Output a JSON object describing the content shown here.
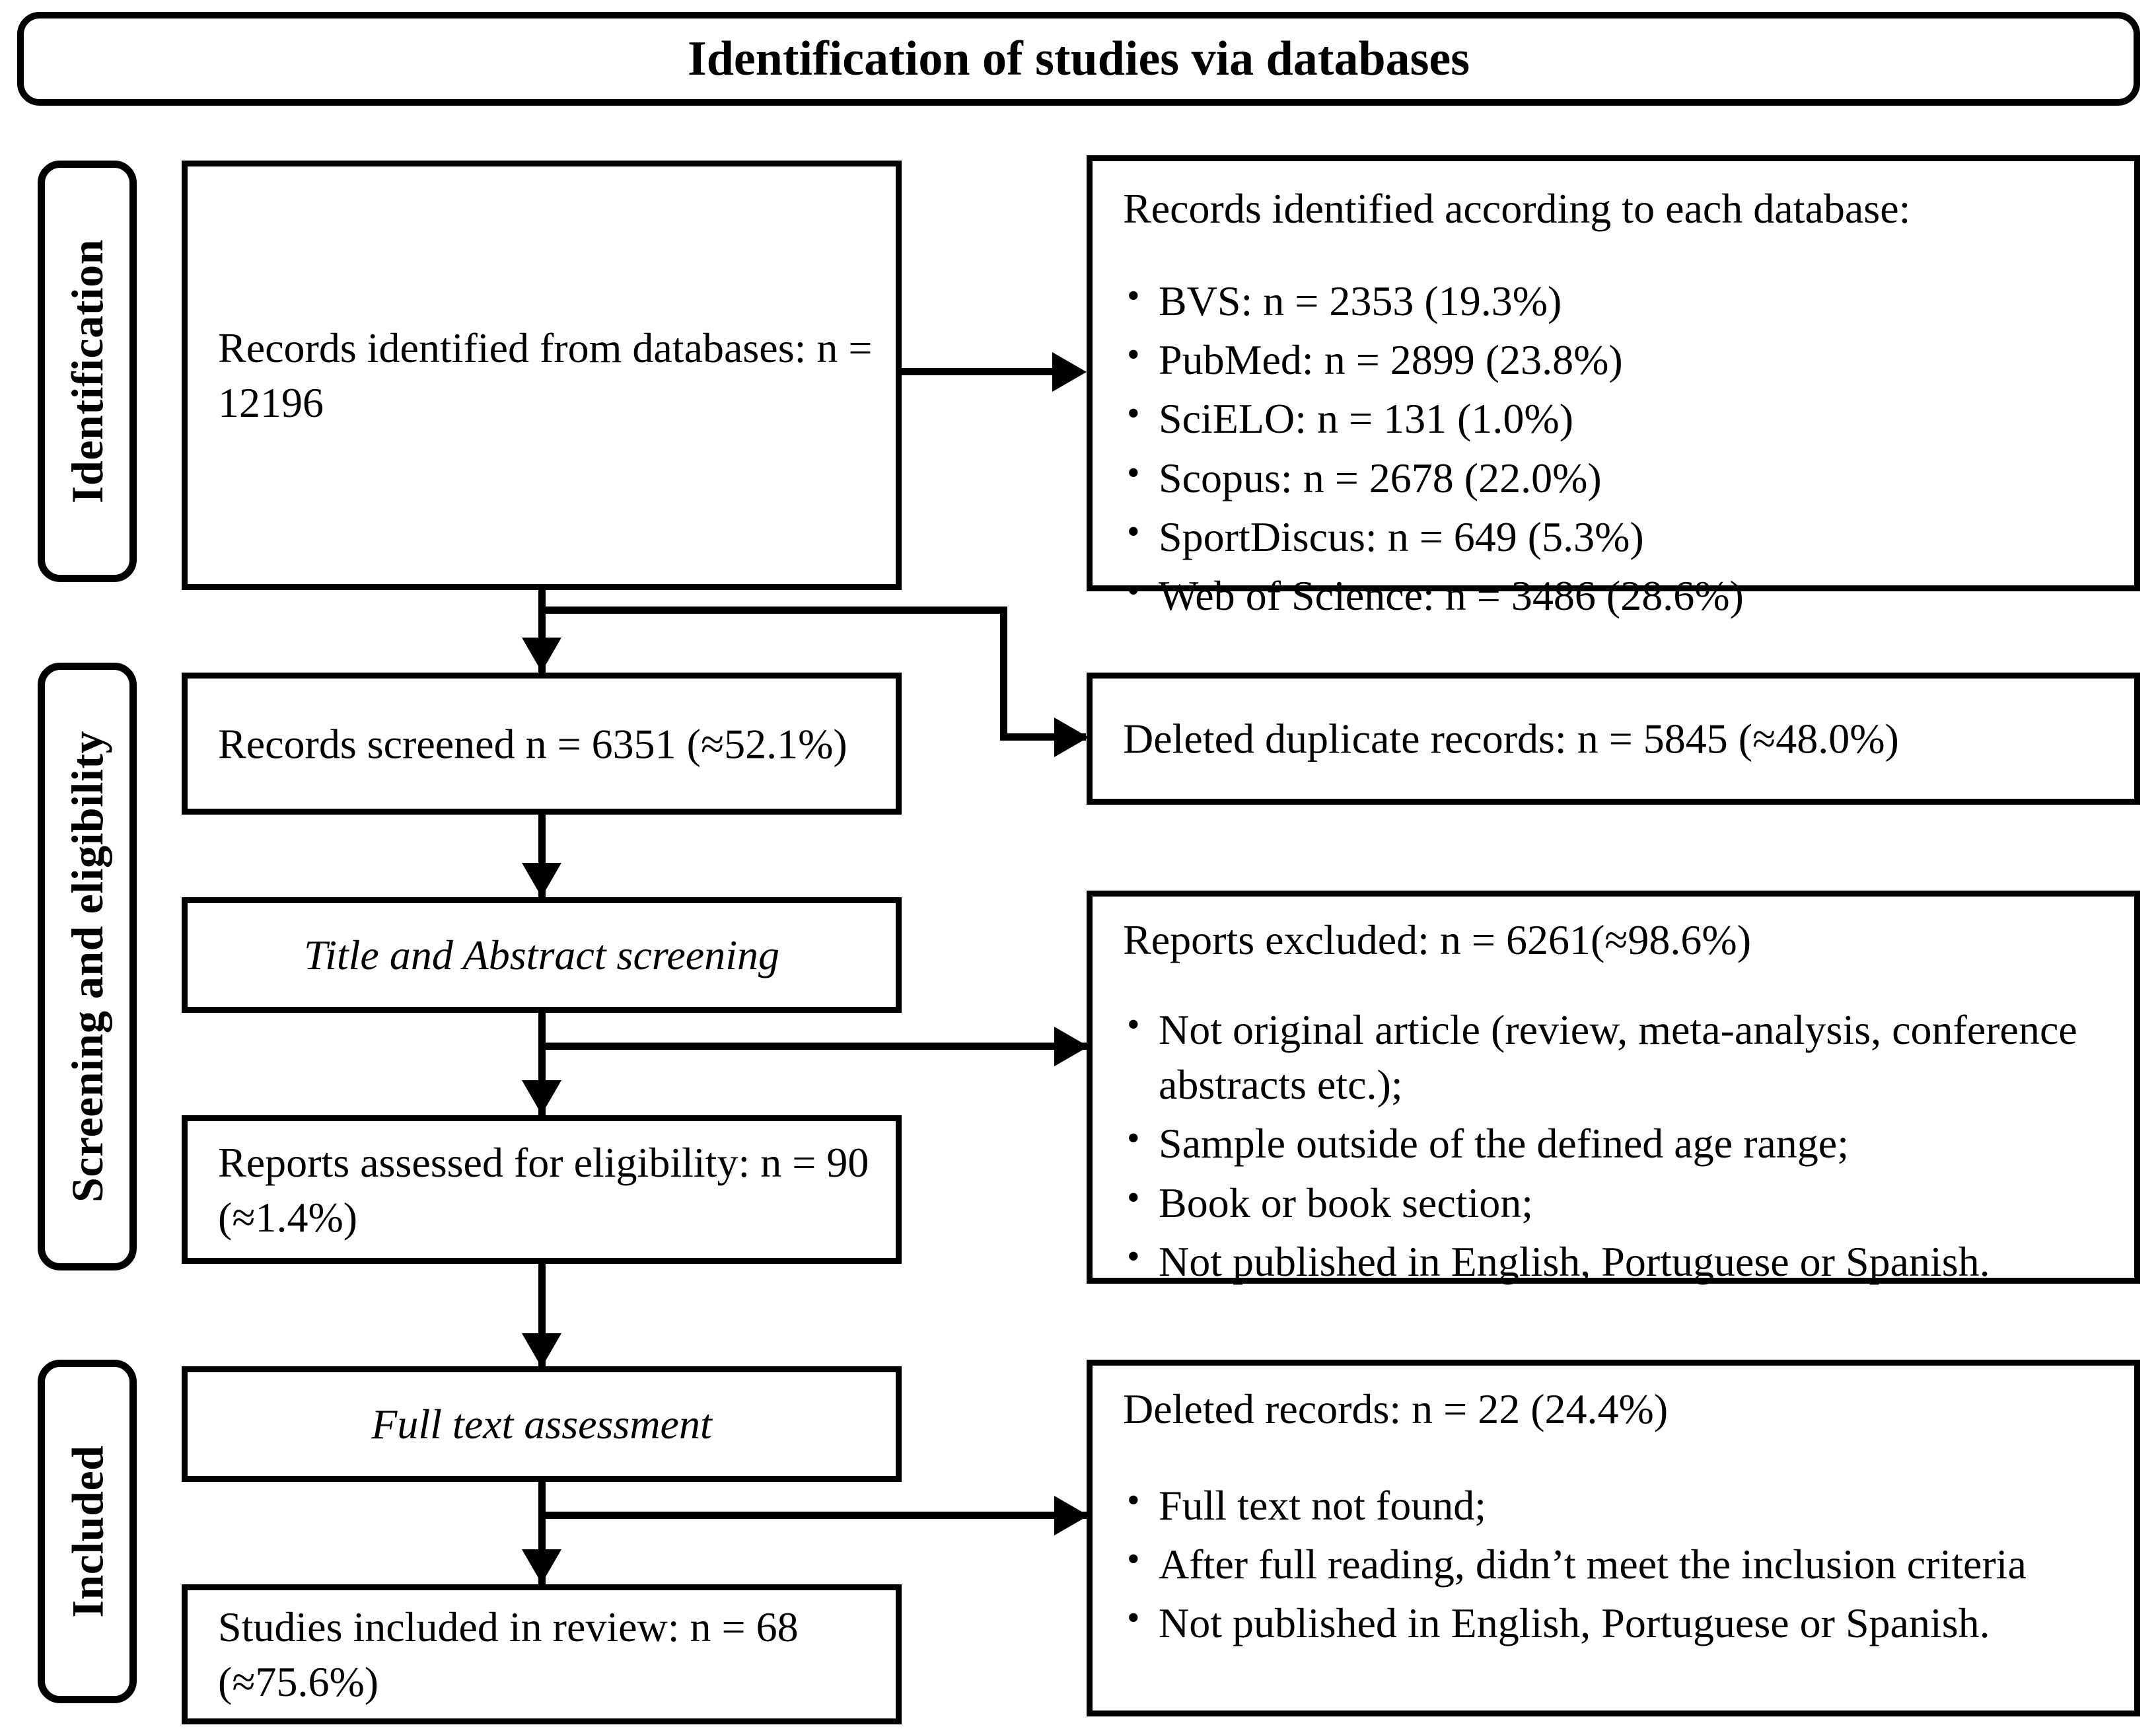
{
  "header": {
    "title": "Identification of studies via databases"
  },
  "stages": [
    {
      "label": "Identification"
    },
    {
      "label": "Screening and eligibility"
    },
    {
      "label": "Included"
    }
  ],
  "boxes": {
    "identified": {
      "text": "Records identified from databases: n = 12196"
    },
    "per_database": {
      "lead": "Records identified according to each database:",
      "items": [
        "BVS: n = 2353 (19.3%)",
        "PubMed: n = 2899 (23.8%)",
        "SciELO: n = 131 (1.0%)",
        "Scopus: n = 2678 (22.0%)",
        "SportDiscus: n = 649 (5.3%)",
        "Web of Science: n = 3486 (28.6%)"
      ]
    },
    "screened": {
      "text": "Records screened n = 6351 (≈52.1%)"
    },
    "duplicates": {
      "text": "Deleted duplicate records: n = 5845 (≈48.0%)"
    },
    "title_abstract": {
      "text": "Title and Abstract screening"
    },
    "reports_excluded": {
      "lead": "Reports excluded: n = 6261(≈98.6%)",
      "items": [
        "Not original article (review, meta-analysis, conference abstracts etc.);",
        "Sample outside of the defined age range;",
        "Book or book section;",
        "Not published in English, Portuguese or Spanish."
      ]
    },
    "eligibility": {
      "text": "Reports assessed for eligibility: n = 90 (≈1.4%)"
    },
    "full_text": {
      "text": "Full text assessment"
    },
    "deleted_records": {
      "lead": "Deleted records: n = 22 (24.4%)",
      "items": [
        "Full text not found;",
        "After full reading, didn’t meet the inclusion criteria",
        "Not published in English, Portuguese or Spanish."
      ]
    },
    "included": {
      "text": "Studies included in review: n = 68 (≈75.6%)"
    }
  },
  "colors": {
    "line": "#000000",
    "background": "#ffffff",
    "text": "#000000"
  }
}
